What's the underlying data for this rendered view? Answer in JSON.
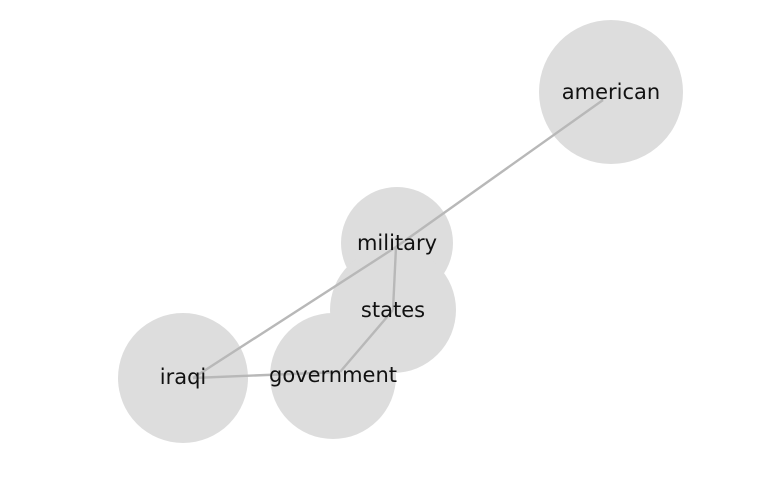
{
  "graph": {
    "nodes": [
      {
        "id": "american",
        "label": "american"
      },
      {
        "id": "military",
        "label": "military"
      },
      {
        "id": "states",
        "label": "states"
      },
      {
        "id": "iraqi",
        "label": "iraqi"
      },
      {
        "id": "government",
        "label": "government"
      }
    ],
    "edges": [
      {
        "source": "american",
        "target": "military"
      },
      {
        "source": "military",
        "target": "iraqi"
      },
      {
        "source": "military",
        "target": "states"
      },
      {
        "source": "states",
        "target": "government"
      },
      {
        "source": "iraqi",
        "target": "government"
      }
    ],
    "colors": {
      "node_fill": "#dddddd",
      "edge_stroke": "#b8b8b8",
      "label_text": "#111111"
    }
  }
}
